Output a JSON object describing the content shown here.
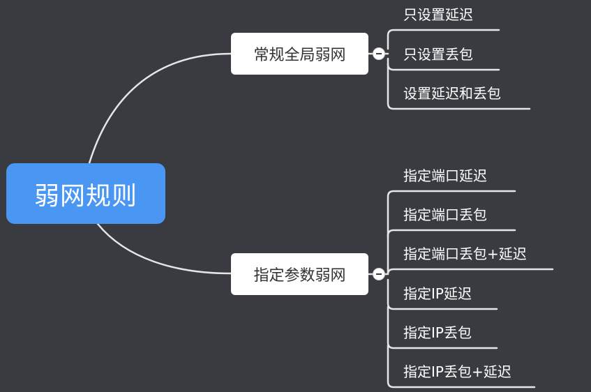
{
  "root": {
    "label": "弱网规则"
  },
  "branches": [
    {
      "label": "常规全局弱网",
      "children": [
        "只设置延迟",
        "只设置丢包",
        "设置延迟和丢包"
      ]
    },
    {
      "label": "指定参数弱网",
      "children": [
        "指定端口延迟",
        "指定端口丢包",
        "指定端口丢包+延迟",
        "指定IP延迟",
        "指定IP丢包",
        "指定IP丢包+延迟"
      ]
    }
  ],
  "colors": {
    "background": "#393b40",
    "root_fill": "#4a97f3",
    "branch_fill": "#ffffff",
    "connector": "#e6e6e6"
  }
}
